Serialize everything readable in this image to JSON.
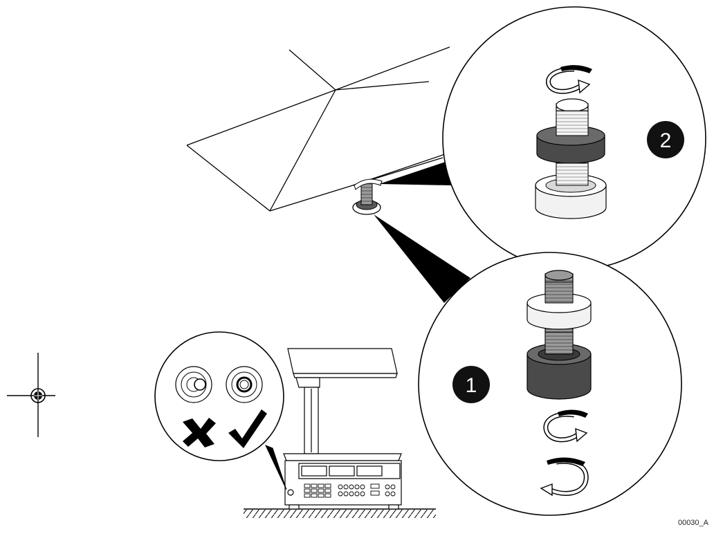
{
  "figure": {
    "code": "00030_A",
    "steps": [
      {
        "number": "1"
      },
      {
        "number": "2"
      }
    ],
    "level_check": {
      "wrong_mark": "✘",
      "right_mark": "✔"
    }
  },
  "colors": {
    "line": "#000000",
    "nut_dark": "#4a4a4a",
    "nut_light": "#f2f2f2",
    "thread": "#8a8a8a",
    "badge": "#111111"
  }
}
